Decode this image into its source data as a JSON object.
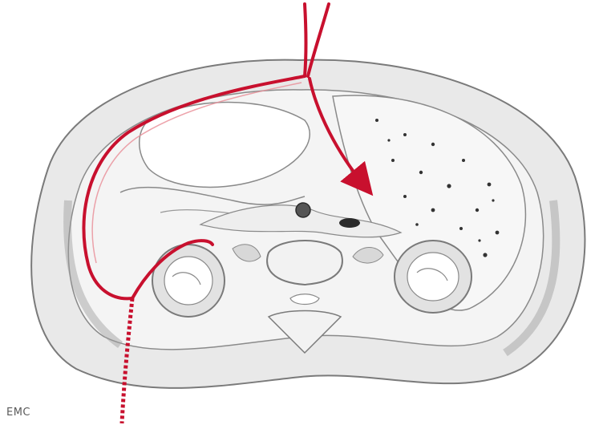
{
  "figure": {
    "watermark_text": "EMC",
    "colors": {
      "background": "#ffffff",
      "outer_body": "#e6e6e6",
      "outline": "#7a7a7a",
      "organ_fill": "#f1f1f1",
      "liver_fill": "#f7f7f7",
      "vessel": "#2b2b2b",
      "path_red": "#c8102e",
      "path_red_light": "#e88c96"
    },
    "icons": [
      "red-path-arrow",
      "needle-trajectory"
    ]
  }
}
